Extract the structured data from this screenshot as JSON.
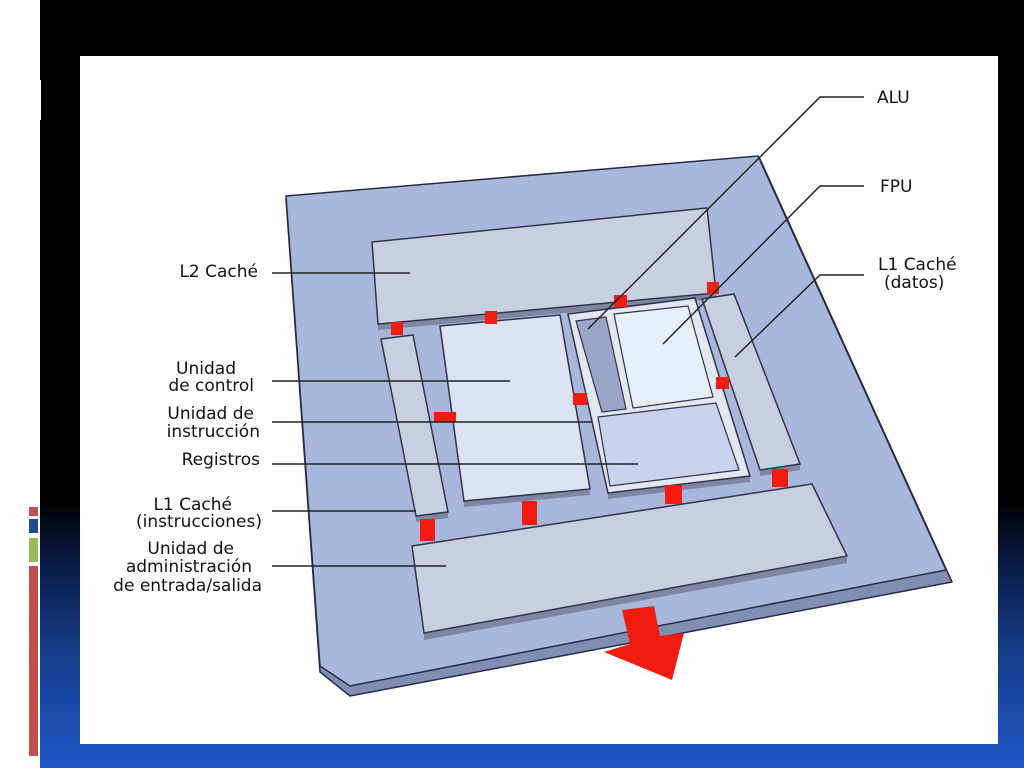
{
  "diagram": {
    "labels": {
      "alu": "ALU",
      "fpu": "FPU",
      "l1_data_line1": "L1 Caché",
      "l1_data_line2": "(datos)",
      "l2_cache": "L2 Caché",
      "control_line1": "Unidad",
      "control_line2": "de control",
      "instruction_line1": "Unidad de",
      "instruction_line2": "instrucción",
      "registers": "Registros",
      "l1_instr_line1": "L1 Caché",
      "l1_instr_line2": "(instrucciones)",
      "io_line1": "Unidad de",
      "io_line2": "administración",
      "io_line3": "de entrada/salida"
    }
  },
  "colors": {
    "board": "#a8b8dc",
    "block": "#c9cfe0",
    "connector": "#f01c10",
    "slide_gradient_bottom": "#1d56c6"
  }
}
